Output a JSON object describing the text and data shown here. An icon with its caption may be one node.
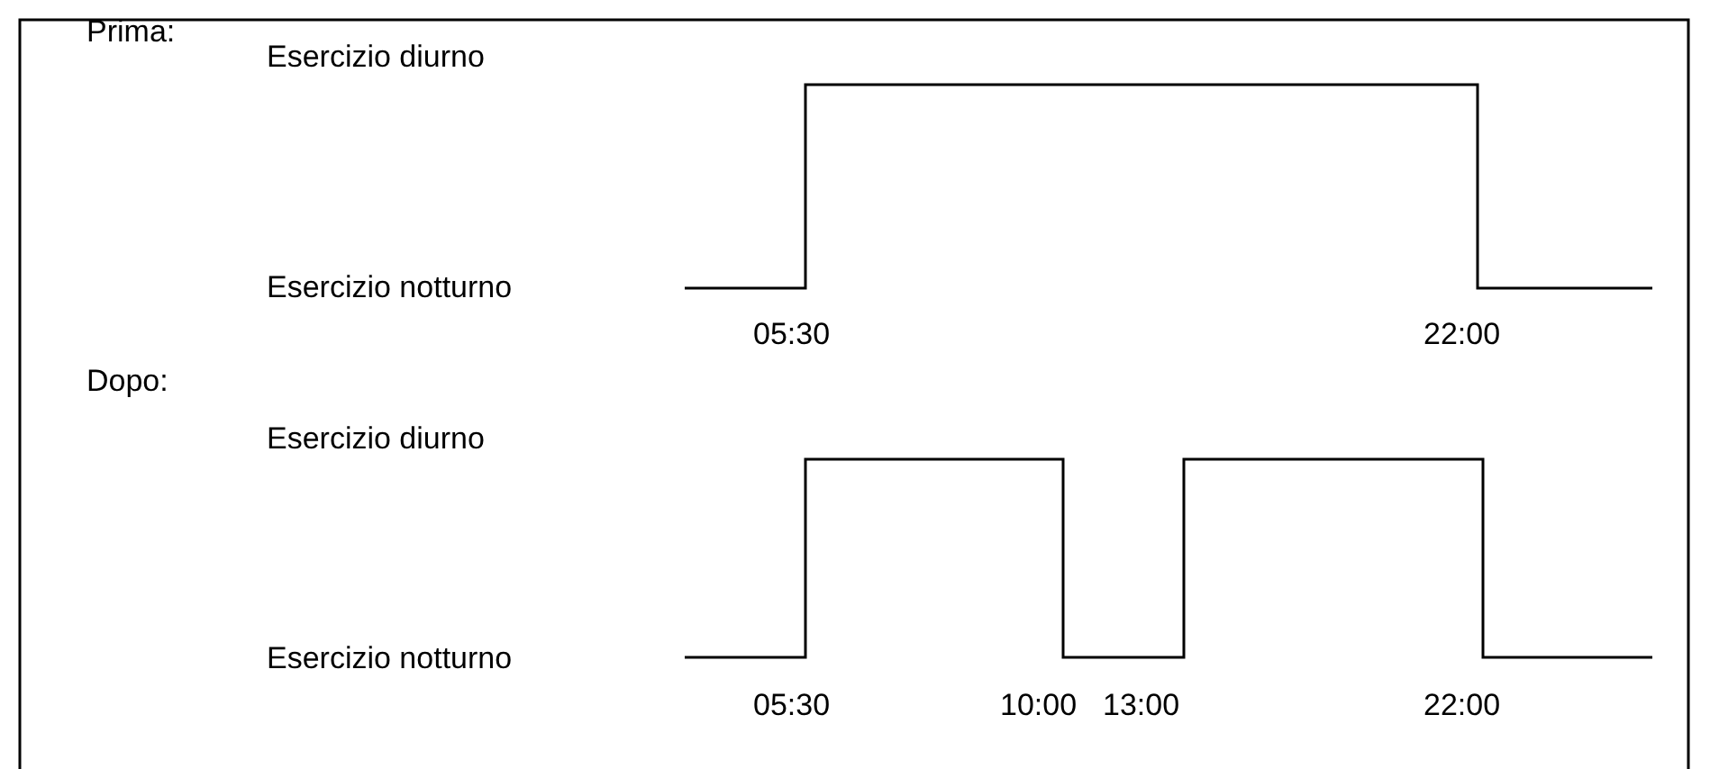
{
  "diagram": {
    "labels": [
      "Prima:",
      "Esercizio diurno",
      "Esercizio notturno",
      "05:30",
      "22:00",
      "Dopo:",
      "Esercizio diurno",
      "Esercizio notturno",
      "05:30",
      "10:00",
      "13:00",
      "22:00"
    ]
  }
}
